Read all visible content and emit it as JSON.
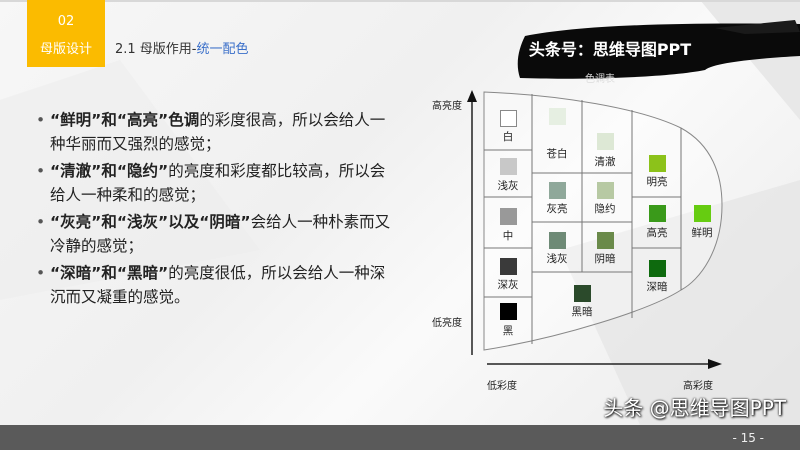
{
  "header": {
    "section_number": "02",
    "section_name": "母版设计",
    "title_prefix": "2.1 母版作用-",
    "title_highlight": "统一配色",
    "accent_color": "#fbbb00",
    "highlight_color": "#3a6fc9"
  },
  "brand_banner": "头条号：思维导图PPT",
  "table_title": "色调表",
  "bullets": [
    {
      "bold": "“鲜明”和“高亮”色调",
      "text": "的彩度很高，所以会给人一种华丽而又强烈的感觉；"
    },
    {
      "bold": "“清澈”和“隐约”",
      "text": "的亮度和彩度都比较高，所以会给人一种柔和的感觉；"
    },
    {
      "bold": "“灰亮”和“浅灰”以及“阴暗”",
      "text": "会给人一种朴素而又冷静的感觉；"
    },
    {
      "bold": "“深暗”和“黑暗”",
      "text": "的亮度很低，所以会给人一种深沉而又凝重的感觉。"
    }
  ],
  "diagram": {
    "axis_y_high": "高亮度",
    "axis_y_low": "低亮度",
    "axis_x_low": "低彩度",
    "axis_x_high": "高彩度",
    "cells": [
      {
        "label": "白",
        "color": "#ffffff"
      },
      {
        "label": "浅灰",
        "color": "#c8c8c8"
      },
      {
        "label": "中",
        "color": "#999999"
      },
      {
        "label": "深灰",
        "color": "#3a3a3a"
      },
      {
        "label": "黑",
        "color": "#000000"
      },
      {
        "label": "苍白",
        "color": "#e6efe2"
      },
      {
        "label": "清澈",
        "color": "#dde8d5"
      },
      {
        "label": "灰亮",
        "color": "#8fa89a"
      },
      {
        "label": "隐约",
        "color": "#b7c9a3"
      },
      {
        "label": "浅灰",
        "color": "#6e8a76"
      },
      {
        "label": "阴暗",
        "color": "#6a8a4a"
      },
      {
        "label": "黑暗",
        "color": "#2b4a2b"
      },
      {
        "label": "明亮",
        "color": "#8cc21a"
      },
      {
        "label": "高亮",
        "color": "#3a9a1a"
      },
      {
        "label": "深暗",
        "color": "#0e6a0e"
      },
      {
        "label": "鲜明",
        "color": "#66cc11"
      }
    ]
  },
  "footer": {
    "watermark": "头条 @思维导图PPT",
    "page": "- 15 -"
  }
}
